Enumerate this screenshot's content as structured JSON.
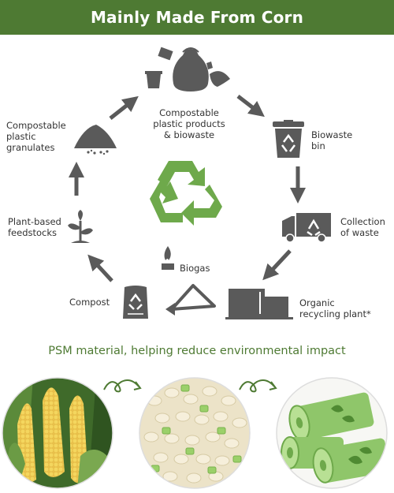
{
  "title": "Mainly Made From Corn",
  "cycle": {
    "top": "Compostable\nplastic products\n& biowaste",
    "bin": "Biowaste\nbin",
    "collection": "Collection\nof waste",
    "plant": "Organic\nrecycling plant*",
    "biogas": "Biogas",
    "compost": "Compost",
    "feedstocks": "Plant-based\nfeedstocks",
    "granulates": "Compostable\nplastic\ngranulates"
  },
  "tagline": "PSM material, helping reduce environmental impact",
  "colors": {
    "banner": "#4e7a33",
    "icon_gray": "#5a5a5a",
    "recycle_green": "#6ea94b",
    "tagline": "#4e7a33"
  },
  "icons": [
    "products-icon",
    "bin-icon",
    "truck-icon",
    "plant-icon",
    "biogas-icon",
    "compost-bag-icon",
    "sprout-icon",
    "granulates-icon",
    "recycle-icon"
  ]
}
